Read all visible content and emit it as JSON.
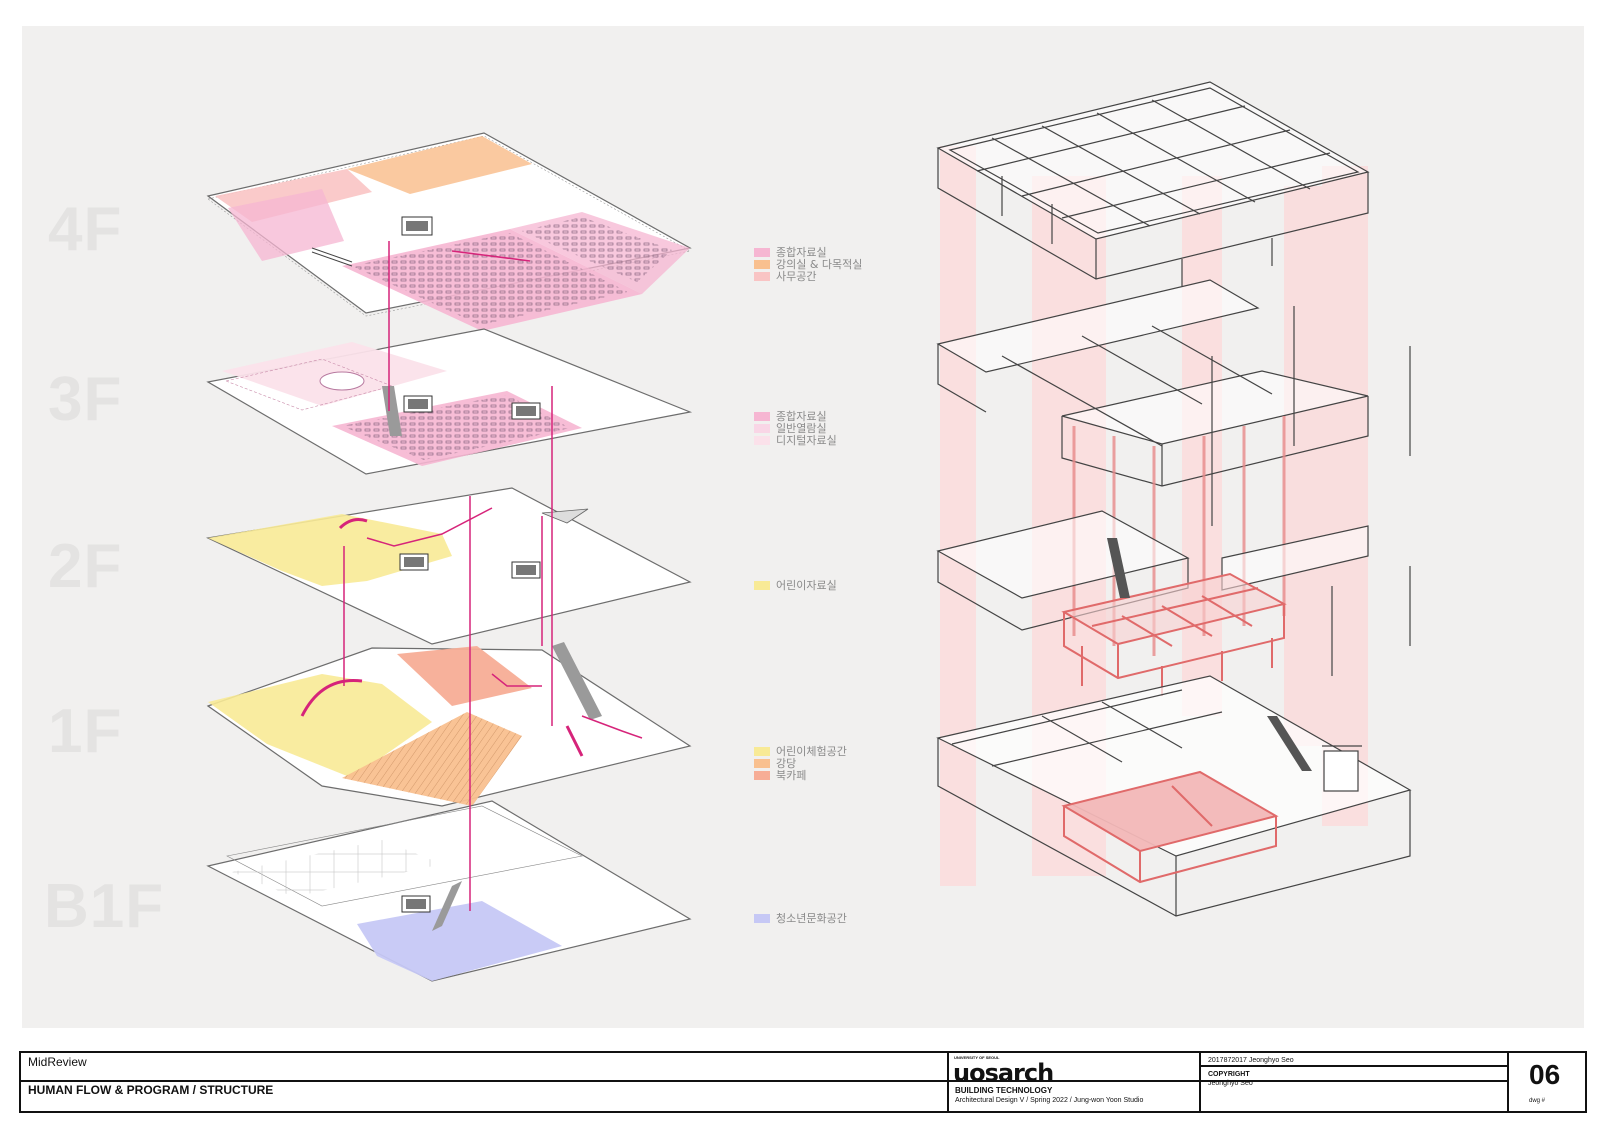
{
  "floor_labels": [
    "4F",
    "3F",
    "2F",
    "1F",
    "B1F"
  ],
  "legend": {
    "f4": [
      {
        "label": "종합자료실",
        "color": "#f6b6d2"
      },
      {
        "label": "강의실 & 다목적실",
        "color": "#f9c08f"
      },
      {
        "label": "사무공간",
        "color": "#f9c4c4"
      }
    ],
    "f3": [
      {
        "label": "종합자료실",
        "color": "#f6b6d2"
      },
      {
        "label": "일반열람실",
        "color": "#f9d6e6"
      },
      {
        "label": "디지털자료실",
        "color": "#fbe1ea"
      }
    ],
    "f2": [
      {
        "label": "어린이자료실",
        "color": "#f8ea96"
      }
    ],
    "f1": [
      {
        "label": "어린이체험공간",
        "color": "#f8ea96"
      },
      {
        "label": "강당",
        "color": "#f9c08f"
      },
      {
        "label": "북카페",
        "color": "#f7ad96"
      }
    ],
    "b1": [
      {
        "label": "청소년문화공간",
        "color": "#c6c8f5"
      }
    ]
  },
  "colors": {
    "flow_line": "#d6247a",
    "structure_highlight": "#f2b7b7",
    "column_band": "#fbdcdc",
    "plan_outline": "#6d6d6d"
  },
  "title_block": {
    "project": "MidReview",
    "title": "HUMAN FLOW & PROGRAM / STRUCTURE",
    "logo": "uosarch",
    "logo_univ": "UNIVERSITY OF SEOUL",
    "department": "BUILDING TECHNOLOGY",
    "course": "Architectural Design V / Spring 2022 / Jung-won Yoon Studio",
    "student": "2017872017 Jeonghyo Seo",
    "copyright_label": "COPYRIGHT",
    "copyright_name": "Jeonghyo Seo",
    "sheet_number": "06",
    "sheet_label": "dwg #"
  }
}
